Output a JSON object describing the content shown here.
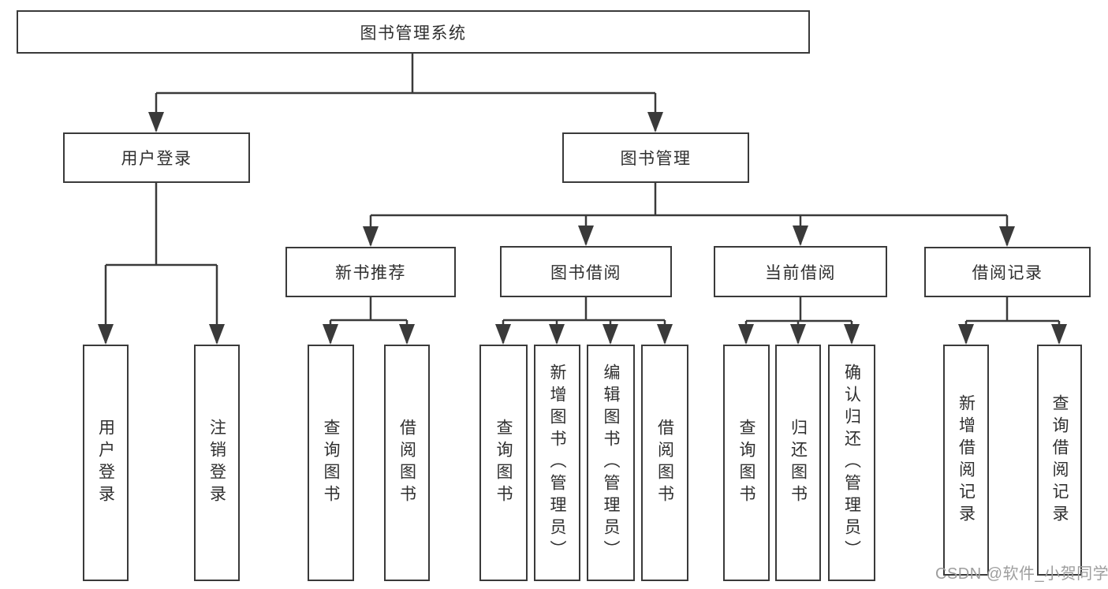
{
  "diagram": {
    "type": "hierarchy",
    "background": "#ffffff",
    "line_color": "#3a3a3a",
    "box_border_color": "#3a3a3a",
    "text_color": "#2f2f2f",
    "watermark_color": "#9e9e9e"
  },
  "tree": {
    "label": "图书管理系统",
    "children": [
      {
        "label": "用户登录",
        "children": [
          {
            "label": "用户登录"
          },
          {
            "label": "注销登录"
          }
        ]
      },
      {
        "label": "图书管理",
        "children": [
          {
            "label": "新书推荐",
            "children": [
              {
                "label": "查询图书"
              },
              {
                "label": "借阅图书"
              }
            ]
          },
          {
            "label": "图书借阅",
            "children": [
              {
                "label": "查询图书"
              },
              {
                "label": "新增图书（管理员）"
              },
              {
                "label": "编辑图书（管理员）"
              },
              {
                "label": "借阅图书"
              }
            ]
          },
          {
            "label": "当前借阅",
            "children": [
              {
                "label": "查询图书"
              },
              {
                "label": "归还图书"
              },
              {
                "label": "确认归还（管理员）"
              }
            ]
          },
          {
            "label": "借阅记录",
            "children": [
              {
                "label": "新增借阅记录"
              },
              {
                "label": "查询借阅记录"
              }
            ]
          }
        ]
      }
    ]
  },
  "watermark": {
    "text": "CSDN @软件_小贺同学"
  }
}
